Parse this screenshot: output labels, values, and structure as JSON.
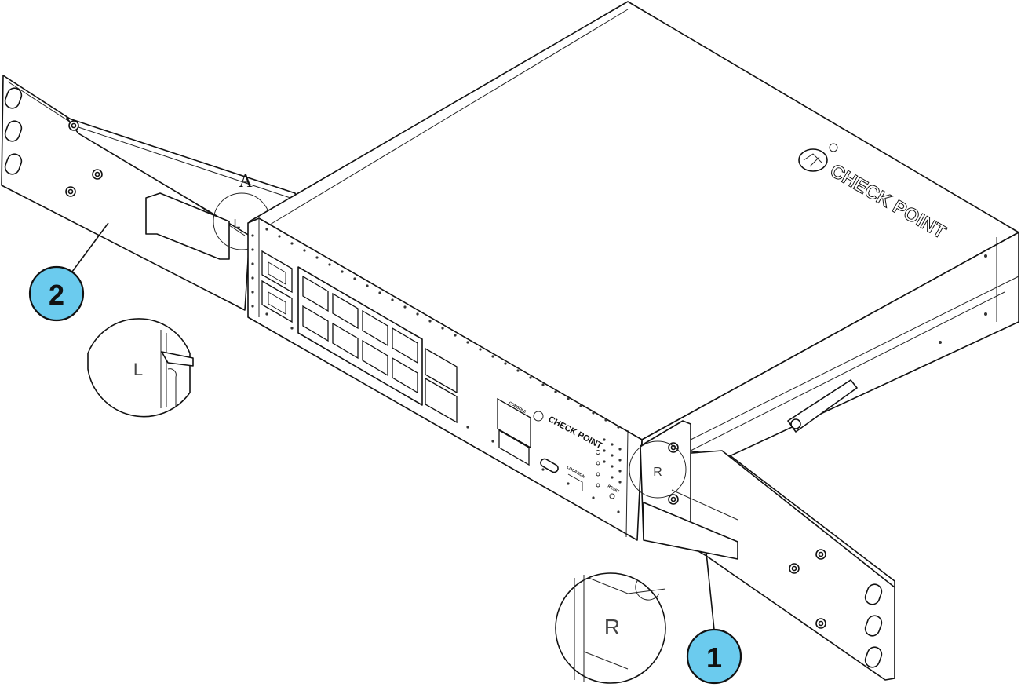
{
  "diagram": {
    "detail_label": "A",
    "left_bracket_letter": "L",
    "right_bracket_letter": "R",
    "logo_text": "CHECK POINT",
    "front_logo_text": "CHECK POINT",
    "front_labels": {
      "console": "CONSOLE",
      "location": "LOCATION",
      "reset": "RESET"
    },
    "callouts": [
      {
        "number": "1",
        "target": "right-mounting-bracket"
      },
      {
        "number": "2",
        "target": "left-mounting-bracket"
      }
    ],
    "colors": {
      "callout_fill": "#6bcbee",
      "line": "#111111",
      "background": "#ffffff"
    }
  }
}
